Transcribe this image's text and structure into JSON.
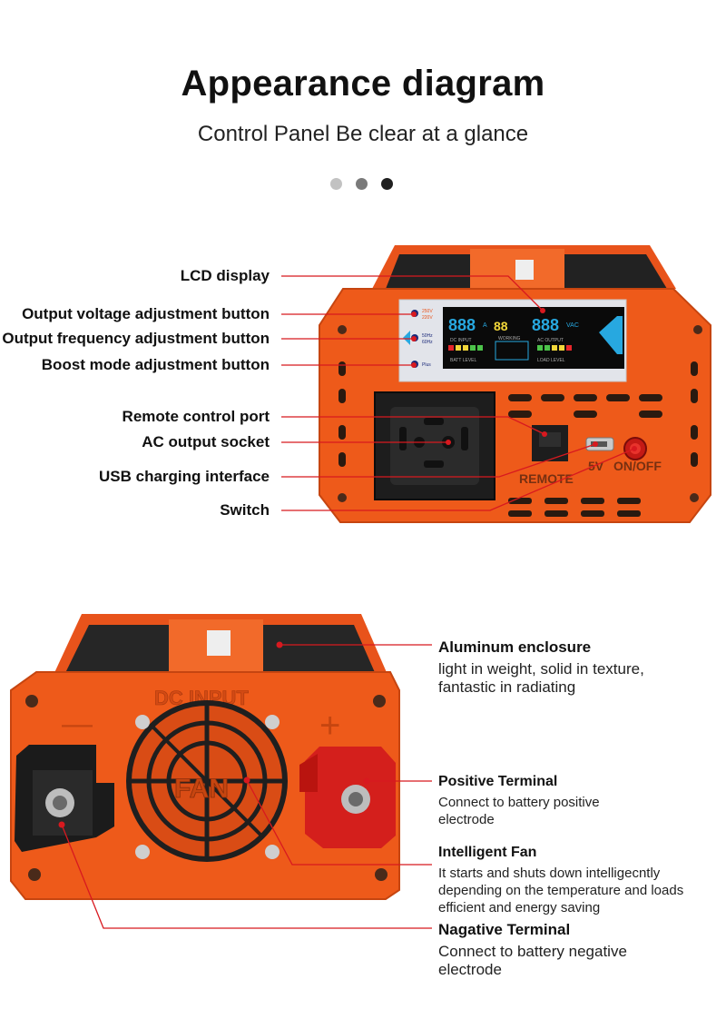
{
  "header": {
    "title": "Appearance diagram",
    "subtitle": "Control Panel  Be clear at a glance"
  },
  "carousel": {
    "dot_colors": [
      "#c2c2c2",
      "#7a7a7a",
      "#202020"
    ],
    "active_index": 2
  },
  "colors": {
    "accent": "#e8531b",
    "callout_line": "#d8191f",
    "lcd_blue": "#27a8e0"
  },
  "front_callouts": [
    {
      "label": "LCD display"
    },
    {
      "label": "Output voltage adjustment button"
    },
    {
      "label": "Output frequency adjustment button"
    },
    {
      "label": "Boost mode adjustment button"
    },
    {
      "label": "Remote control port"
    },
    {
      "label": "AC output socket"
    },
    {
      "label": "USB charging interface"
    },
    {
      "label": "Switch"
    }
  ],
  "front_panel": {
    "labels": {
      "remote": "REMOTE",
      "usb": "5V",
      "switch": "ON/OFF"
    },
    "lcd": {
      "left_readout": "888",
      "left_unit": "A",
      "center_readout": "88",
      "right_readout": "888",
      "right_unit": "VAC",
      "dc_input": "DC INPUT",
      "ac_output": "AC OUTPUT",
      "working": "WORKING",
      "batt_level": "BATT LEVEL",
      "load_level": "LOAD LEVEL"
    },
    "buttons": [
      {
        "line1": "250V",
        "line2": "220V"
      },
      {
        "line1": "50Hz",
        "line2": "60Hz"
      },
      {
        "line1": "Plus",
        "line2": ""
      }
    ]
  },
  "back_callouts": [
    {
      "title": "Aluminum enclosure",
      "desc": "light in weight, solid in texture, fantastic in radiating"
    },
    {
      "title": "Positive Terminal",
      "desc": "Connect to battery positive electrode"
    },
    {
      "title": "Intelligent Fan",
      "desc": "It starts and shuts down intelligecntly depending on the temperature and loads efficient and energy saving"
    },
    {
      "title": "Nagative Terminal",
      "desc": "Connect to battery negative electrode"
    }
  ],
  "back_panel": {
    "dc_label": "DC INPUT",
    "fan_label": "FAN",
    "minus_sign": "—",
    "plus_sign": "+"
  }
}
